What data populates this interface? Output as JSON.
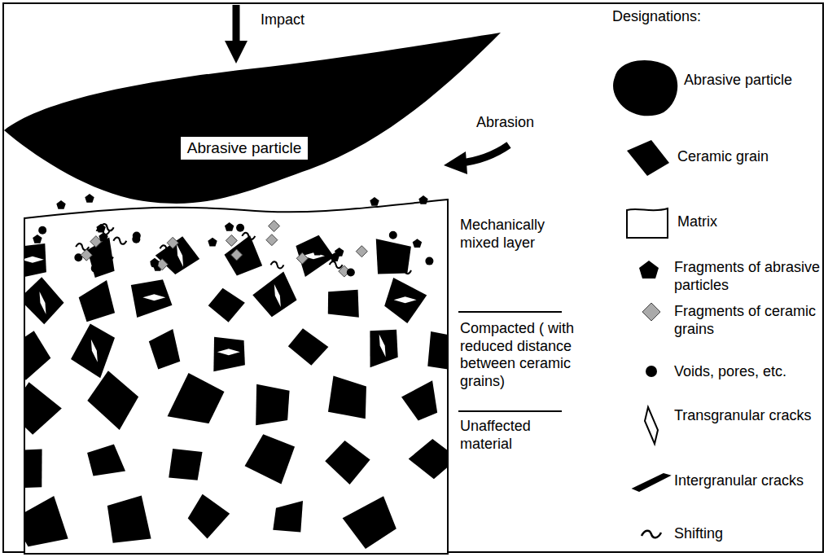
{
  "diagram": {
    "nodes": [
      {
        "text": [
          "Abrasive particle"
        ]
      }
    ],
    "labels": [
      "Impact",
      "Abrasion",
      "Designations:",
      "Mechanically mixed layer",
      "Compacted ( with reduced distance between ceramic grains)",
      "Unaffected material"
    ],
    "legend": [
      {
        "text": "Abrasive particle"
      },
      {
        "text": "Ceramic grain"
      },
      {
        "text": "Matrix"
      },
      {
        "text": "Fragments of abrasive particles"
      },
      {
        "text": "Fragments of ceramic grains"
      },
      {
        "text": "Voids, pores, etc."
      },
      {
        "text": "Transgranular cracks"
      },
      {
        "text": "Intergranular cracks"
      },
      {
        "text": "Shifting"
      }
    ]
  }
}
